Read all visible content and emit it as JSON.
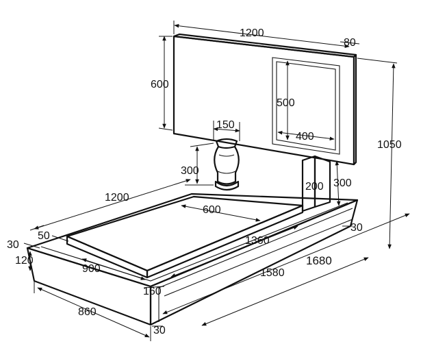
{
  "dimensions": {
    "stele_width": "1200",
    "stele_thickness": "80",
    "stele_height": "600",
    "photo_height": "500",
    "photo_width": "400",
    "total_height": "1050",
    "vase_width": "150",
    "vase_height": "300",
    "pedestal_width": "200",
    "pedestal_height": "300",
    "slab_length": "1200",
    "slab_width": "600",
    "border_edge": "50",
    "inner_length": "1360",
    "base_top_30_left": "30",
    "base_height": "120",
    "curb_width": "900",
    "frame_length": "1580",
    "overall_length": "1680",
    "curb_depth": "160",
    "base_width": "860",
    "base_front_30": "30",
    "base_right_30": "30"
  }
}
